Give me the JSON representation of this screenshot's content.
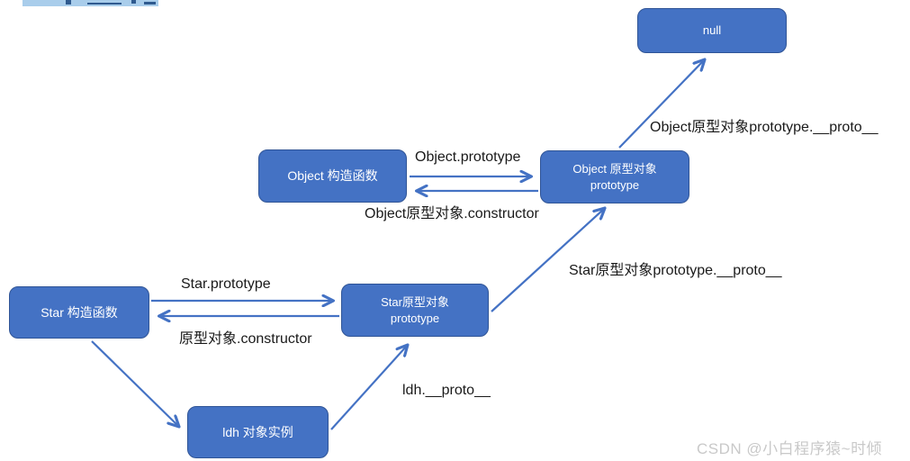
{
  "diagram": {
    "boxes": {
      "null_box": {
        "line1": "null"
      },
      "object_constructor": {
        "line1": "Object 构造函数"
      },
      "object_prototype": {
        "line1": "Object 原型对象",
        "line2": "prototype"
      },
      "star_constructor": {
        "line1": "Star 构造函数"
      },
      "star_prototype": {
        "line1": "Star原型对象",
        "line2": "prototype"
      },
      "ldh_instance": {
        "line1": "ldh 对象实例"
      }
    },
    "edge_labels": {
      "object_prototype_label": "Object.prototype",
      "object_constructor_label": "Object原型对象.constructor",
      "object_proto_label": "Object原型对象prototype.__proto__",
      "star_prototype_label": "Star.prototype",
      "star_constructor_label": "原型对象.constructor",
      "star_proto_label": "Star原型对象prototype.__proto__",
      "ldh_proto_label": "ldh.__proto__"
    },
    "edges": [
      {
        "from": "object_constructor",
        "to": "object_prototype",
        "label": "Object.prototype"
      },
      {
        "from": "object_prototype",
        "to": "object_constructor",
        "label": "Object原型对象.constructor"
      },
      {
        "from": "object_prototype",
        "to": "null_box",
        "label": "Object原型对象prototype.__proto__"
      },
      {
        "from": "star_constructor",
        "to": "star_prototype",
        "label": "Star.prototype"
      },
      {
        "from": "star_prototype",
        "to": "star_constructor",
        "label": "原型对象.constructor"
      },
      {
        "from": "star_prototype",
        "to": "object_prototype",
        "label": "Star原型对象prototype.__proto__"
      },
      {
        "from": "star_constructor",
        "to": "ldh_instance",
        "label": ""
      },
      {
        "from": "ldh_instance",
        "to": "star_prototype",
        "label": "ldh.__proto__"
      }
    ],
    "colors": {
      "box_fill": "#4472C4",
      "box_border": "#2F5496",
      "arrow": "#4472C4",
      "label_text": "#1a1a1a",
      "watermark_text": "#c9c9c9",
      "selection_highlight": "#A9CDEB",
      "selection_marks": "#2F5A8F"
    }
  },
  "watermark": "CSDN @小白程序猿~时倾"
}
